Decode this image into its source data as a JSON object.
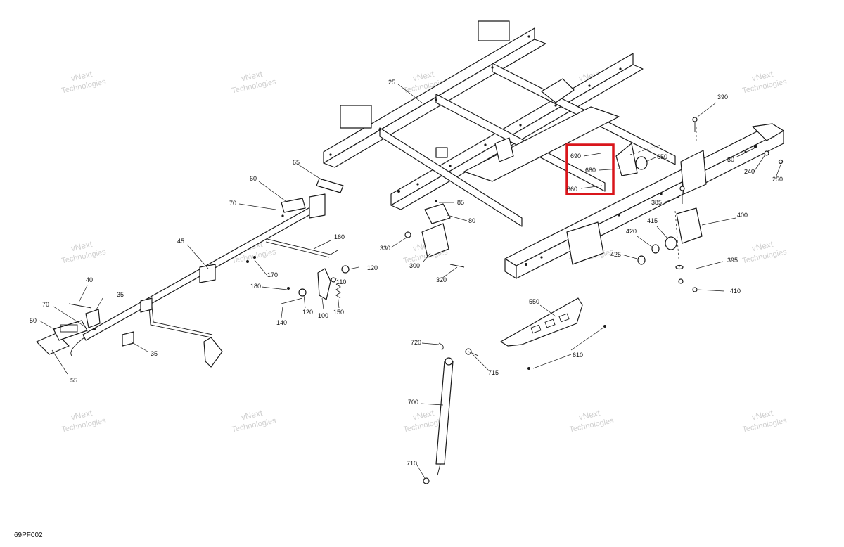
{
  "figure_code": "69PF002",
  "watermark": {
    "line1": "vNext",
    "line2": "Technologies"
  },
  "highlight_color": "#d9151b",
  "callouts": [
    "25",
    "30",
    "35",
    "35b",
    "40",
    "45",
    "50",
    "55",
    "60",
    "65",
    "70",
    "70b",
    "80",
    "85",
    "100",
    "110",
    "120",
    "120b",
    "140",
    "150",
    "160",
    "170",
    "180",
    "240",
    "250",
    "300",
    "320",
    "330",
    "385",
    "390",
    "395",
    "400",
    "410",
    "415",
    "420",
    "425",
    "550",
    "610",
    "650",
    "660",
    "680",
    "690",
    "700",
    "710",
    "715",
    "720"
  ],
  "labels": {
    "25": "25",
    "30": "30",
    "35": "35",
    "35b": "35",
    "40": "40",
    "45": "45",
    "50": "50",
    "55": "55",
    "60": "60",
    "65": "65",
    "70": "70",
    "70b": "70",
    "80": "80",
    "85": "85",
    "100": "100",
    "110": "110",
    "120": "120",
    "120b": "120",
    "140": "140",
    "150": "150",
    "160": "160",
    "170": "170",
    "180": "180",
    "240": "240",
    "250": "250",
    "300": "300",
    "320": "320",
    "330": "330",
    "385": "385",
    "390": "390",
    "395": "395",
    "400": "400",
    "410": "410",
    "415": "415",
    "420": "420",
    "425": "425",
    "550": "550",
    "610": "610",
    "650": "650",
    "660": "660",
    "680": "680",
    "690": "690",
    "700": "700",
    "710": "710",
    "715": "715",
    "720": "720"
  }
}
